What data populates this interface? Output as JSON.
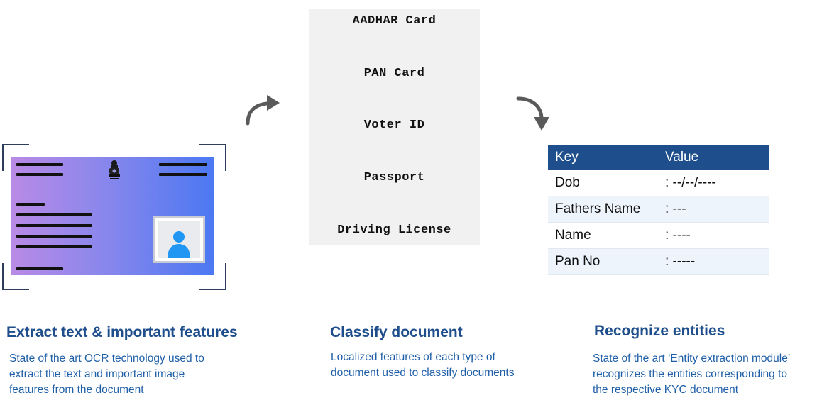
{
  "document_types": {
    "items": [
      "AADHAR Card",
      "PAN Card",
      "Voter ID",
      "Passport",
      "Driving License"
    ]
  },
  "entity_table": {
    "headers": {
      "key": "Key",
      "value": "Value"
    },
    "rows": [
      {
        "key": "Dob",
        "value": ":  --/--/----"
      },
      {
        "key": "Fathers Name",
        "value": ":  ---"
      },
      {
        "key": "Name",
        "value": ":  ----"
      },
      {
        "key": "Pan No",
        "value": ":  -----"
      }
    ]
  },
  "steps": [
    {
      "title": "Extract text & important features",
      "description": [
        "State of the art OCR technology used to",
        "extract the text and important image",
        "features from the document"
      ]
    },
    {
      "title": "Classify document",
      "description": [
        "Localized features of each type of",
        "document used to classify documents"
      ]
    },
    {
      "title": "Recognize entities",
      "description": [
        "State of the art ‘Entity extraction module’",
        "recognizes the entities corresponding to",
        "the respective KYC document"
      ]
    }
  ],
  "icons": {
    "card_emblem": "national-emblem-icon",
    "card_photo": "person-avatar-icon",
    "arrow_up": "curved-arrow-right-icon",
    "arrow_down": "curved-arrow-down-icon"
  },
  "colors": {
    "accent": "#1f4e8c",
    "description_text": "#1f5fa8",
    "card_gradient_start": "#b98ae6",
    "card_gradient_end": "#4b78f2",
    "avatar": "#2196f3",
    "arrow": "#5a5a5a"
  }
}
